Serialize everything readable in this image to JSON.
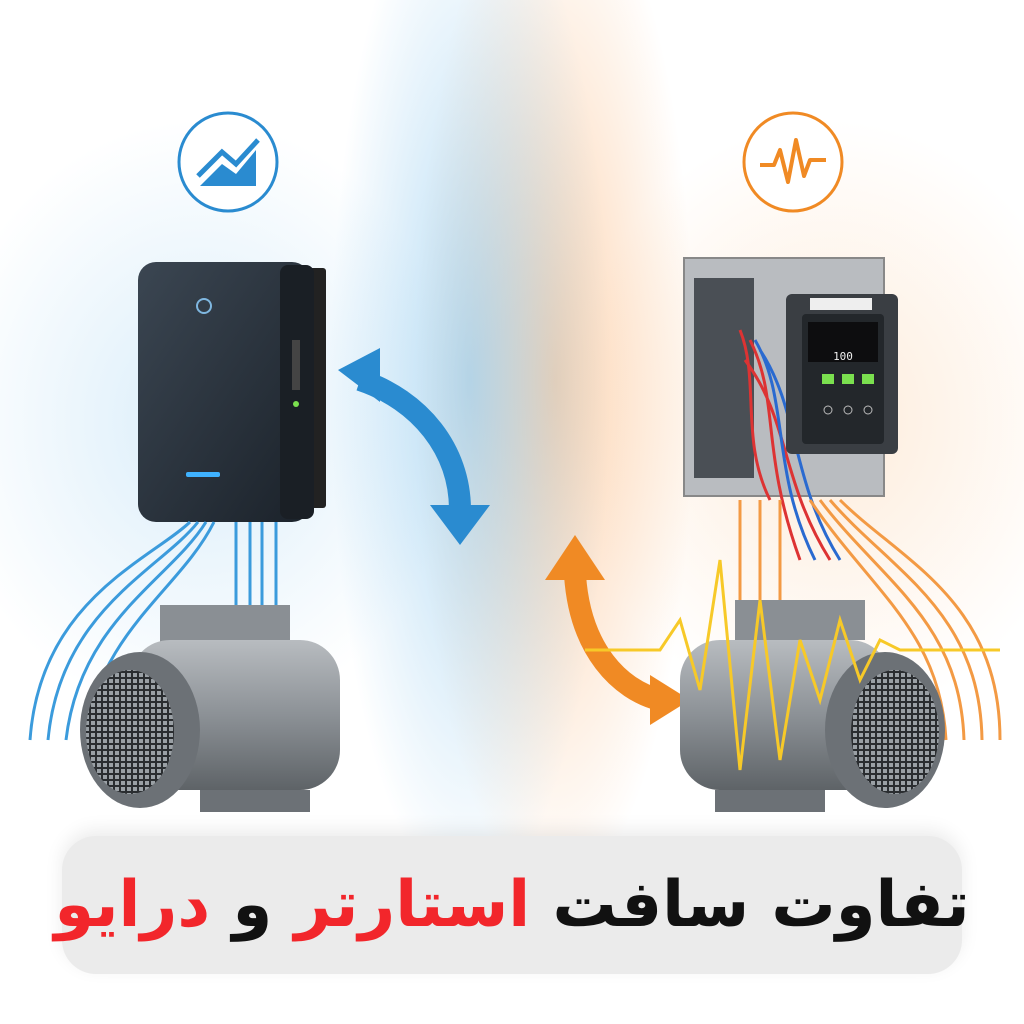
{
  "title": {
    "part1": "تفاوت سافت",
    "part2": "استارتر",
    "part3": "و",
    "part4": "درایو"
  },
  "colors": {
    "soft_starter_accent": "#2a8bd0",
    "drive_accent": "#f08a24",
    "title_highlight": "#f2262b",
    "title_text": "#111111",
    "title_bar": "#ebebeb"
  },
  "icons": {
    "left": "trend-up-chart-icon",
    "right": "waveform-icon"
  },
  "drive_display": {
    "readout": "100"
  }
}
